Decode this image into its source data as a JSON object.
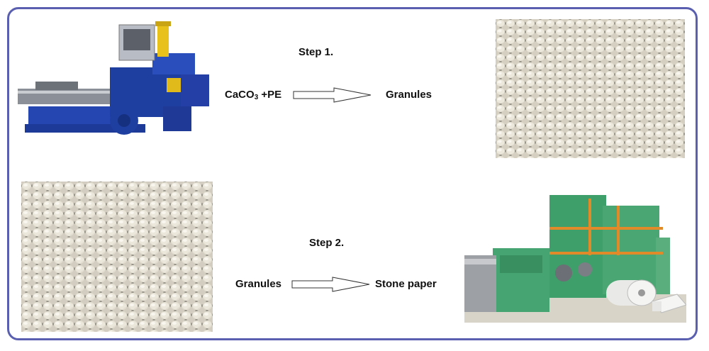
{
  "step1": {
    "title": "Step 1.",
    "input": "CaCO",
    "input_sub": "3",
    "input_suffix": " +PE",
    "output": "Granules"
  },
  "step2": {
    "title": "Step 2.",
    "input": "Granules",
    "output": "Stone paper"
  },
  "colors": {
    "frame": "#5a5fb0",
    "granule": "#e7e2d4",
    "machine_blue": "#1f3fa0",
    "machine_green": "#3f9f6a"
  }
}
